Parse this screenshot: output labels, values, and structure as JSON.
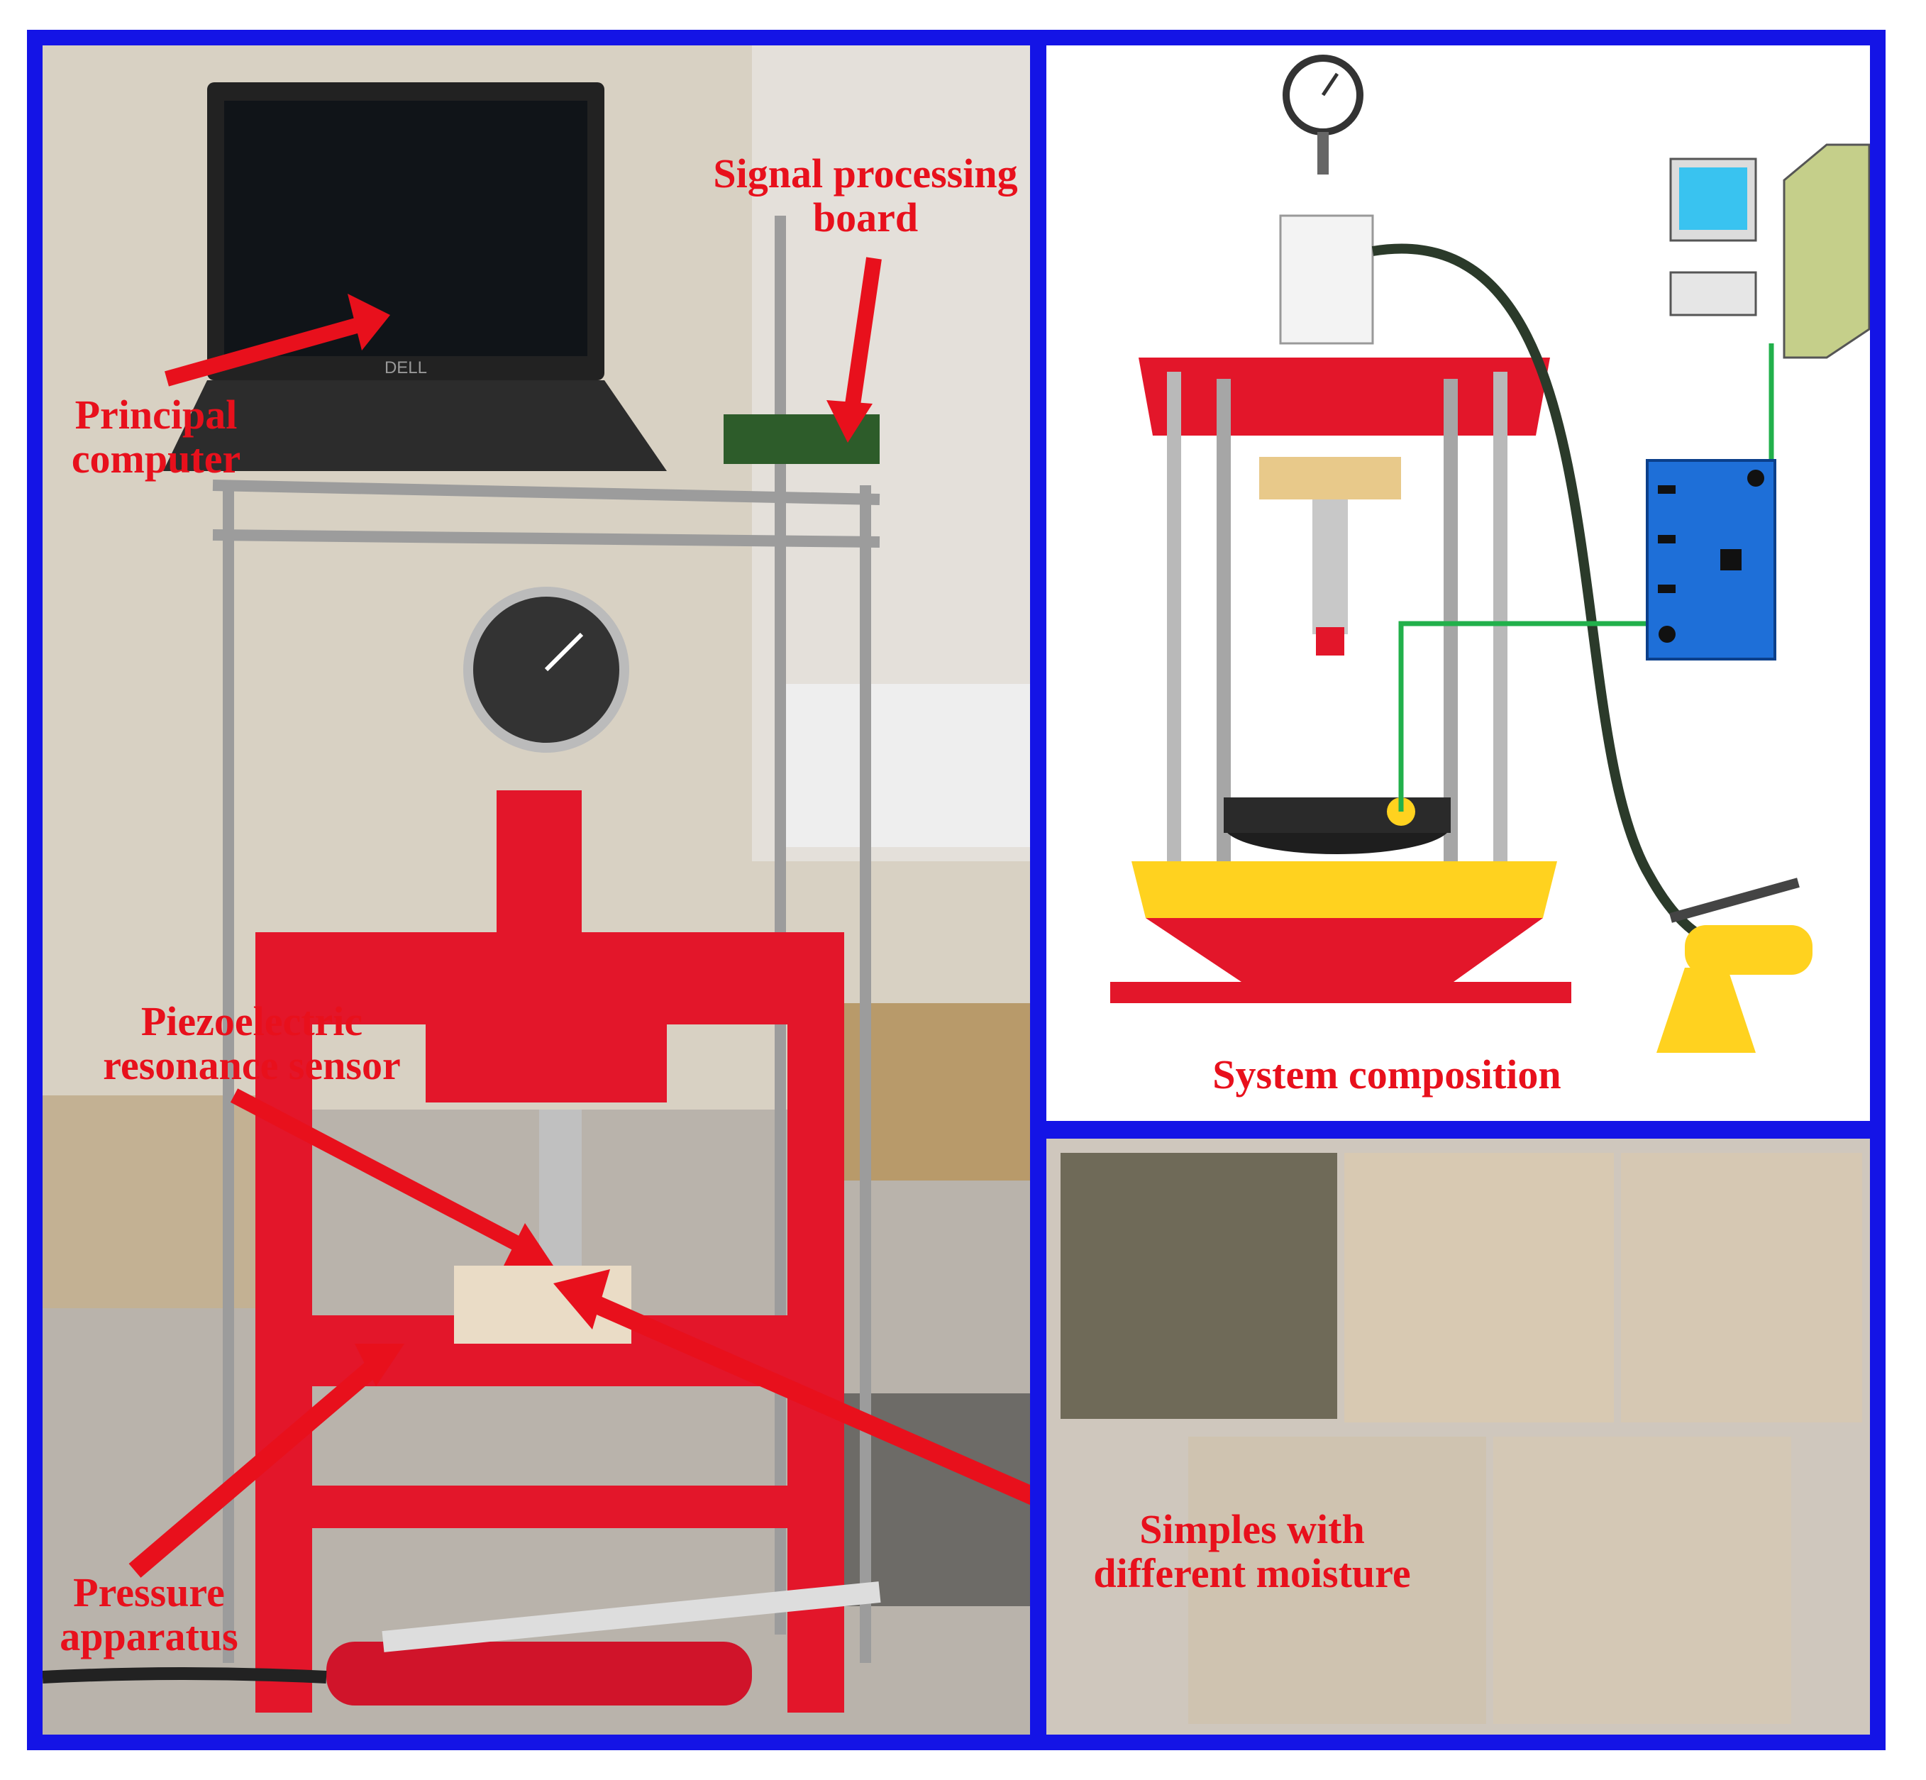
{
  "labels": {
    "principal_computer": [
      "Principal",
      "computer"
    ],
    "signal_processing_board": [
      "Signal processing",
      "board"
    ],
    "piezoelectric_sensor": [
      "Piezoelectric",
      "resonance sensor"
    ],
    "pressure_apparatus": [
      "Pressure",
      "apparatus"
    ],
    "samples": [
      "Simples with",
      "different moisture"
    ],
    "system_composition": "System composition"
  },
  "colors": {
    "border": "#1414e6",
    "label": "#e8101c",
    "press_red": "#e3162a",
    "schematic_yellow": "#ffd21f",
    "wire_green": "#22b04b",
    "controller_blue": "#1e6fd8"
  },
  "icons": [
    "laptop-icon",
    "pressure-gauge-icon",
    "hydraulic-press-icon",
    "hand-pump-icon",
    "monitor-icon",
    "computer-tower-icon",
    "controller-box-icon",
    "sample-plate-icon"
  ]
}
